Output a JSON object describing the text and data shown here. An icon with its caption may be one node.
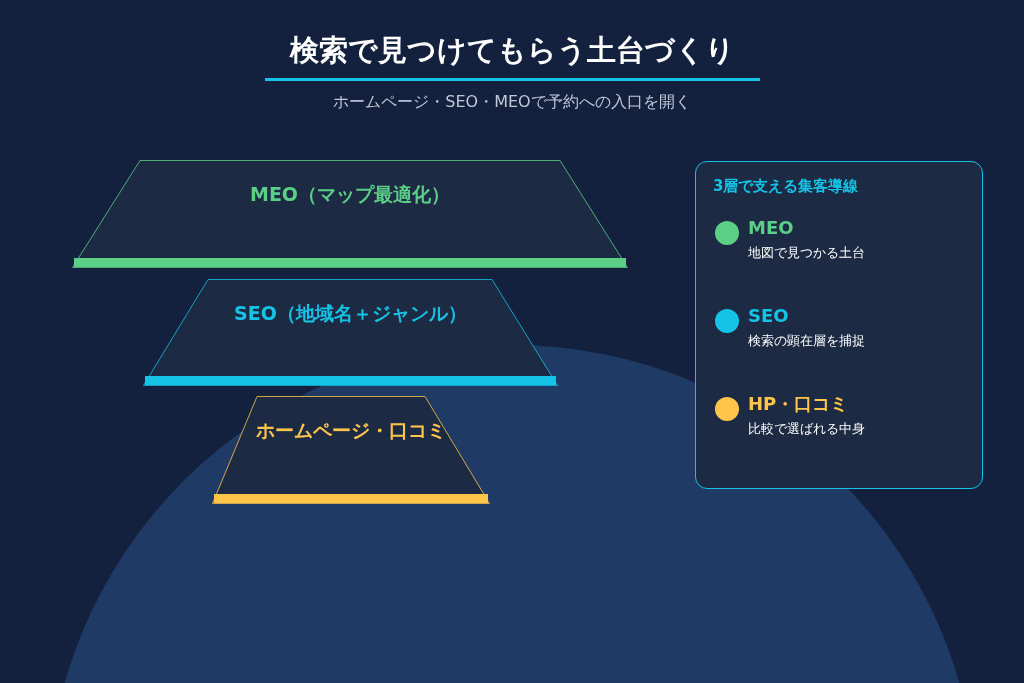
{
  "diagram": {
    "title": "検索で見つけてもらう土台づくり",
    "nodes": [
      {
        "text": [
          "MEO（マップ最適化）"
        ]
      },
      {
        "text": [
          "SEO（地域名＋ジャンル）"
        ]
      },
      {
        "text": [
          "ホームページ・口コミ"
        ]
      },
      {
        "text": [
          "3層で支える集客導線"
        ]
      }
    ],
    "labels": [
      "ホームページ・SEO・MEOで予約への入口を開く",
      "地図で見つかる土台",
      "検索の顕在層を捕捉",
      "比較で選ばれる中身"
    ],
    "legend": [
      {
        "text": "MEO",
        "color": "#5ccf86"
      },
      {
        "text": "SEO",
        "color": "#14c3e6"
      },
      {
        "text": "HP・口コミ",
        "color": "#ffc54a"
      }
    ]
  }
}
